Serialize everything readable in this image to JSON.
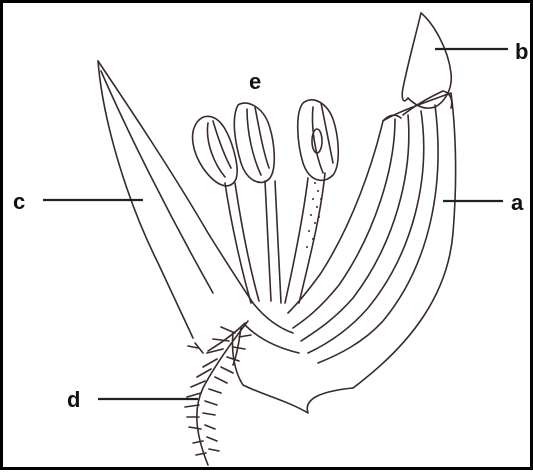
{
  "labels": {
    "a": "a",
    "b": "b",
    "c": "c",
    "d": "d",
    "e": "e"
  },
  "colors": {
    "ink": "#3a2a2a",
    "leader": "#222222",
    "background": "#ffffff",
    "border": "#000000"
  }
}
